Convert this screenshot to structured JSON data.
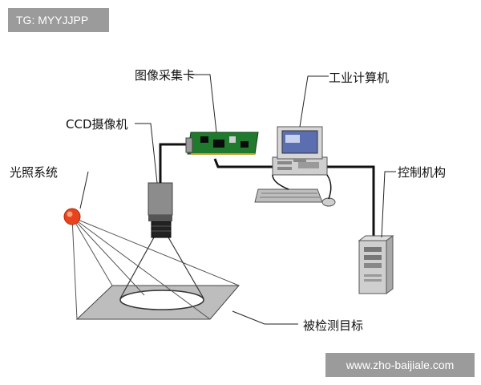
{
  "watermark": {
    "tg_label": "TG: MYYJJPP",
    "site_label": "www.zho-baijiale.com"
  },
  "diagram": {
    "labels": {
      "capture_card": "图像采集卡",
      "computer": "工业计算机",
      "ccd_camera": "CCD摄像机",
      "lighting": "光照系统",
      "control": "控制机构",
      "target": "被检测目标"
    }
  },
  "colors": {
    "light_source": "#e8431f",
    "circuit_board": "#1f7a2e",
    "cable": "#111111",
    "leader_line": "#222222"
  }
}
